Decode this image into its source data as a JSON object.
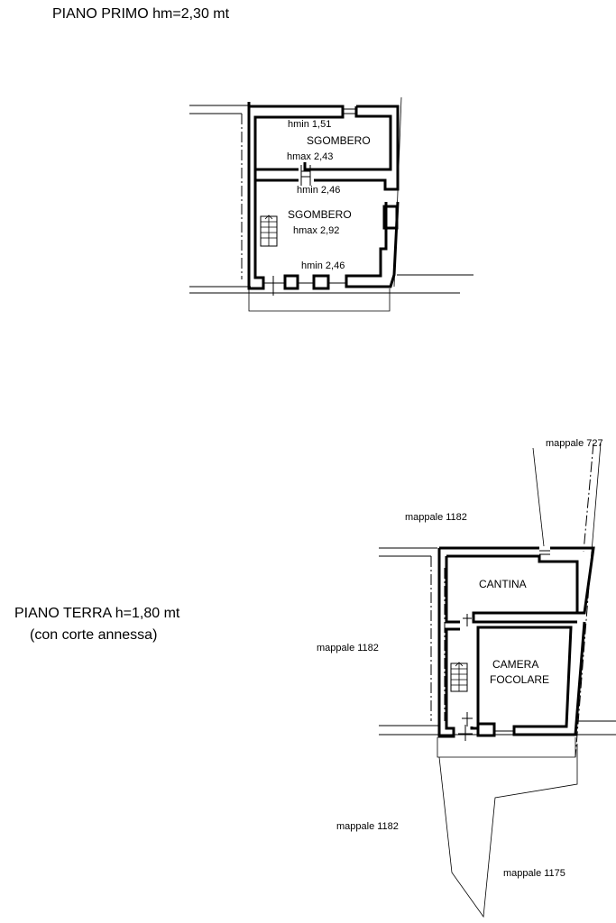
{
  "first_floor": {
    "title": "PIANO PRIMO hm=2,30 mt",
    "labels": {
      "hmin_top": "hmin 1,51",
      "room_top": "SGOMBERO",
      "hmax_top": "hmax 2,43",
      "hmin_mid": "hmin 2,46",
      "room_main": "SGOMBERO",
      "hmax_main": "hmax 2,92",
      "hmin_bottom": "hmin 2,46"
    }
  },
  "ground_floor": {
    "title": "PIANO TERRA h=1,80 mt",
    "subtitle": "(con corte annessa)",
    "labels": {
      "room_cantina": "CANTINA",
      "room_camera_1": "CAMERA",
      "room_camera_2": "FOCOLARE"
    }
  },
  "parcels": {
    "m727": "mappale 727",
    "m1182_top": "mappale 1182",
    "m1182_left": "mappale 1182",
    "m1182_bottom": "mappale 1182",
    "m1175": "mappale 1175"
  }
}
